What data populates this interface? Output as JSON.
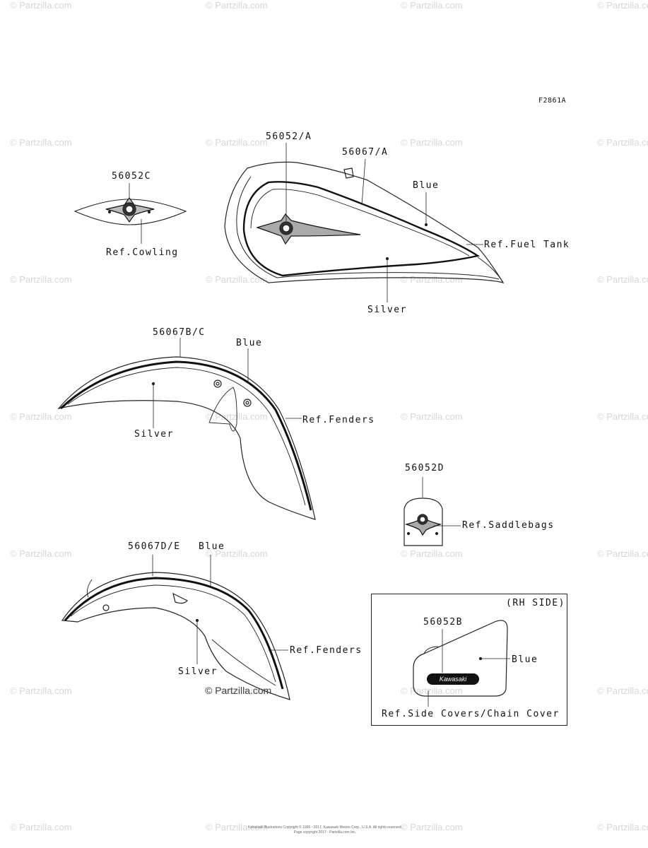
{
  "watermark": "© Partzilla.com",
  "figure_code": "F2861A",
  "labels": {
    "p56052c": "56052C",
    "ref_cowling": "Ref.Cowling",
    "p56052a": "56052/A",
    "p56067a": "56067/A",
    "blue_tank": "Blue",
    "ref_fuel_tank": "Ref.Fuel Tank",
    "silver_tank": "Silver",
    "p56067bc": "56067B/C",
    "blue_front": "Blue",
    "ref_fenders_front": "Ref.Fenders",
    "silver_front": "Silver",
    "p56052d": "56052D",
    "ref_saddlebags": "Ref.Saddlebags",
    "p56067de": "56067D/E",
    "blue_rear": "Blue",
    "ref_fenders_rear": "Ref.Fenders",
    "silver_rear": "Silver",
    "rh_side": "(RH SIDE)",
    "p56052b": "56052B",
    "blue_side": "Blue",
    "kawasaki": "Kawasaki",
    "ref_side_covers": "Ref.Side Covers/Chain Cover"
  },
  "center_copyright": "© Partzilla.com",
  "footer": {
    "line1": "Kawasaki Illustrations Copyright © 1995 - 2017, Kawasaki Motors Corp., U.S.A. All rights reserved.",
    "line2": "Page copyright 2017 - Partzilla.com Inc."
  }
}
